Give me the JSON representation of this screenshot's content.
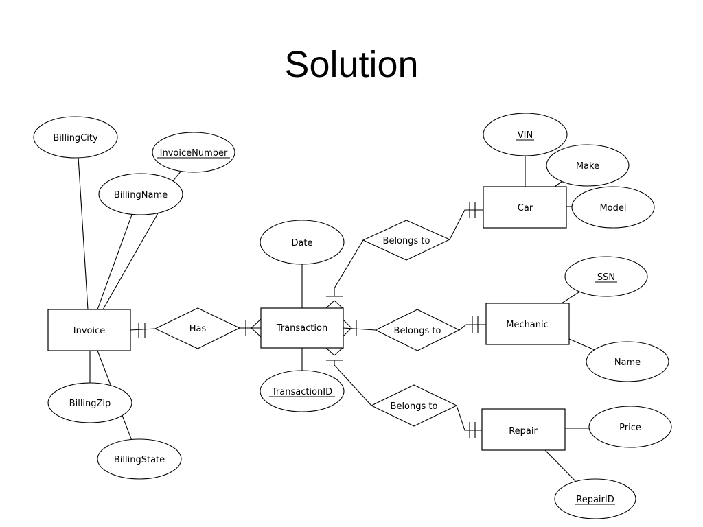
{
  "slide": {
    "title": "Solution"
  },
  "diagram": {
    "entities": {
      "invoice": "Invoice",
      "transaction": "Transaction",
      "car": "Car",
      "mechanic": "Mechanic",
      "repair": "Repair"
    },
    "relationships": {
      "has": "Has",
      "belongs_to_car": "Belongs to",
      "belongs_to_mechanic": "Belongs to",
      "belongs_to_repair": "Belongs to"
    },
    "attributes": {
      "billing_city": "BillingCity",
      "invoice_number": "InvoiceNumber",
      "billing_name": "BillingName",
      "billing_zip": "BillingZip",
      "billing_state": "BillingState",
      "date": "Date",
      "transaction_id": "TransactionID",
      "vin": "VIN",
      "make": "Make",
      "model": "Model",
      "ssn": "SSN",
      "mechanic_name": "Name",
      "price": "Price",
      "repair_id": "RepairID"
    },
    "key_attributes": [
      "InvoiceNumber",
      "TransactionID",
      "VIN",
      "SSN",
      "RepairID"
    ]
  }
}
